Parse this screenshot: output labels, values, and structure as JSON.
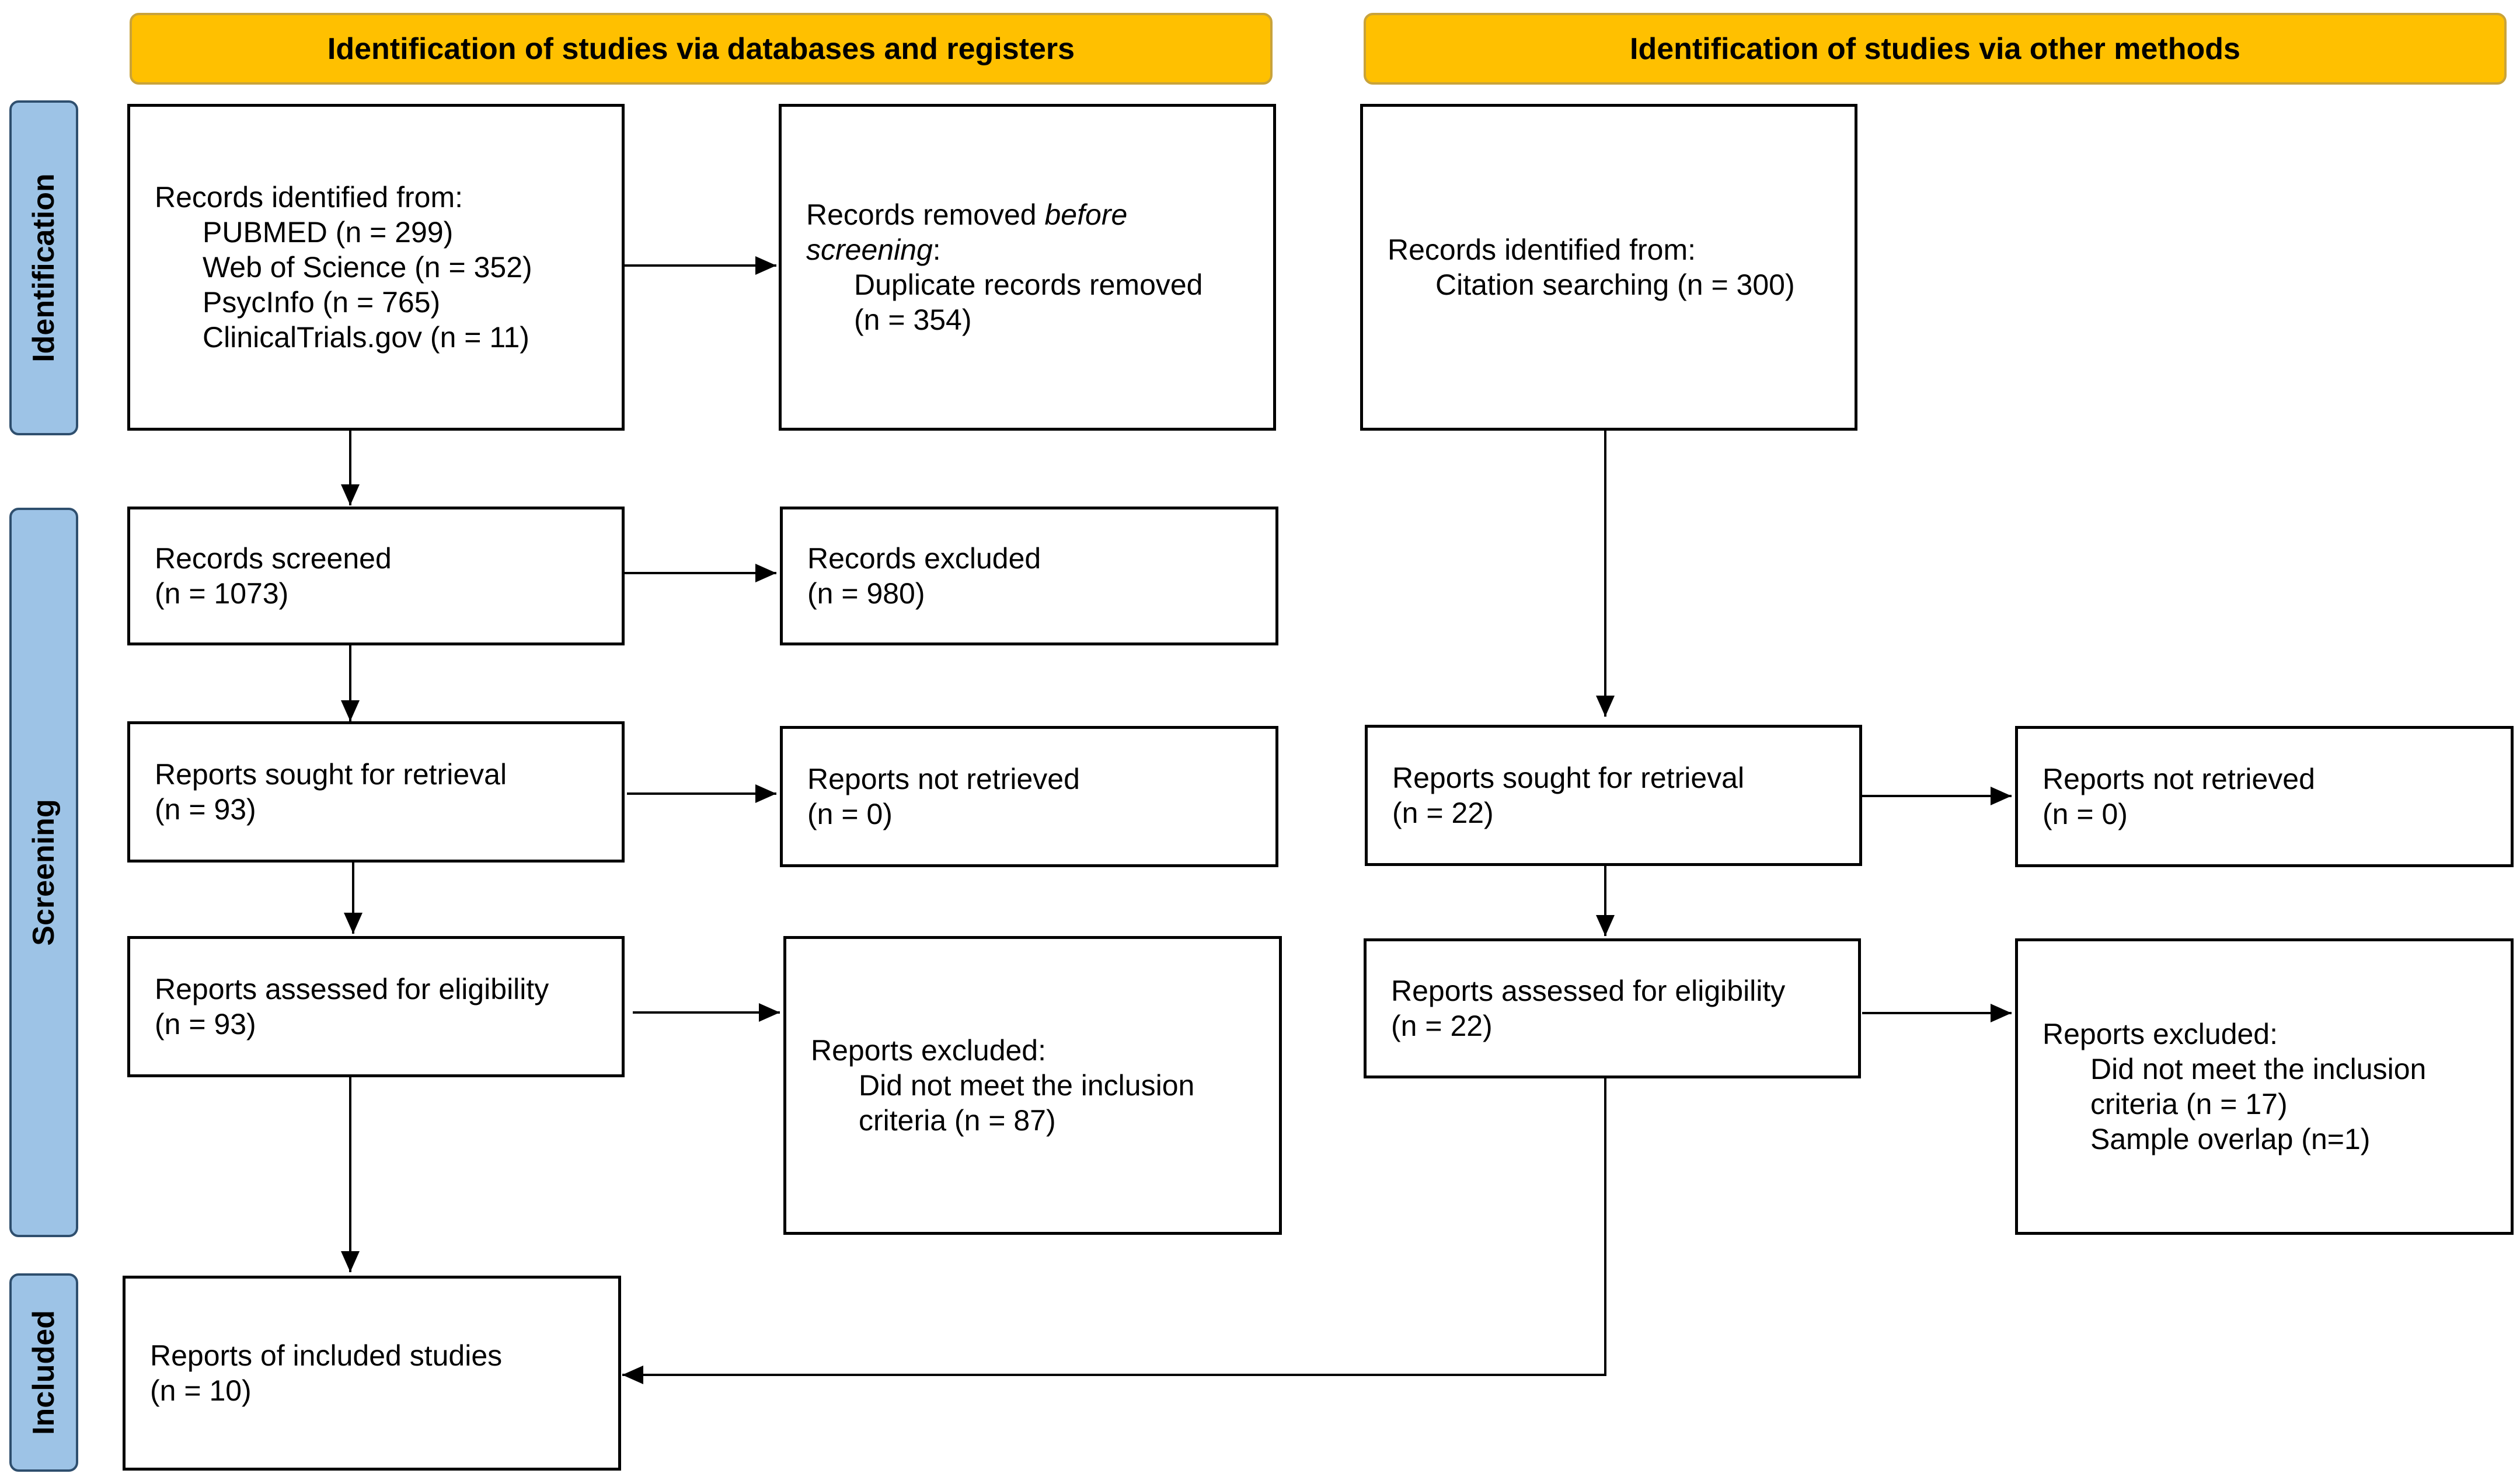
{
  "headers": {
    "databases": "Identification of studies via databases and registers",
    "other": "Identification of studies via other methods"
  },
  "phases": {
    "identification": "Identification",
    "screening": "Screening",
    "included": "Included"
  },
  "db": {
    "identified": {
      "title": "Records identified from:",
      "sources": [
        "PUBMED (n = 299)",
        "Web of Science (n = 352)",
        "PsycInfo (n = 765)",
        "ClinicalTrials.gov (n = 11)"
      ]
    },
    "removed": {
      "prefix": "Records removed ",
      "italic": "before",
      "italic2": "screening",
      "colon": ":",
      "line1": "Duplicate records removed",
      "line2": "(n = 354)"
    },
    "screened": {
      "title": "Records screened",
      "n": "(n = 1073)"
    },
    "excluded": {
      "title": "Records excluded",
      "n": "(n = 980)"
    },
    "sought": {
      "title": "Reports sought for retrieval",
      "n": "(n = 93)"
    },
    "not_retrieved": {
      "title": "Reports not retrieved",
      "n": "(n = 0)"
    },
    "assessed": {
      "title": "Reports assessed for eligibility",
      "n": "(n = 93)"
    },
    "reports_excluded": {
      "title": "Reports excluded:",
      "line1": "Did not meet the inclusion",
      "line2": "criteria (n = 87)"
    },
    "included": {
      "title": "Reports of included studies",
      "n": "(n = 10)"
    }
  },
  "other": {
    "identified": {
      "title": "Records identified from:",
      "line1": "Citation searching (n = 300)"
    },
    "sought": {
      "title": "Reports sought for retrieval",
      "n": "(n = 22)"
    },
    "not_retrieved": {
      "title": "Reports not retrieved",
      "n": "(n = 0)"
    },
    "assessed": {
      "title": "Reports assessed for eligibility",
      "n": "(n = 22)"
    },
    "reports_excluded": {
      "title": "Reports excluded:",
      "line1": "Did not meet the inclusion",
      "line2": "criteria (n = 17)",
      "line3": "Sample overlap (n=1)"
    }
  },
  "colors": {
    "header_fill": "#FFC000",
    "phase_fill": "#9DC3E6",
    "line": "#000000"
  }
}
